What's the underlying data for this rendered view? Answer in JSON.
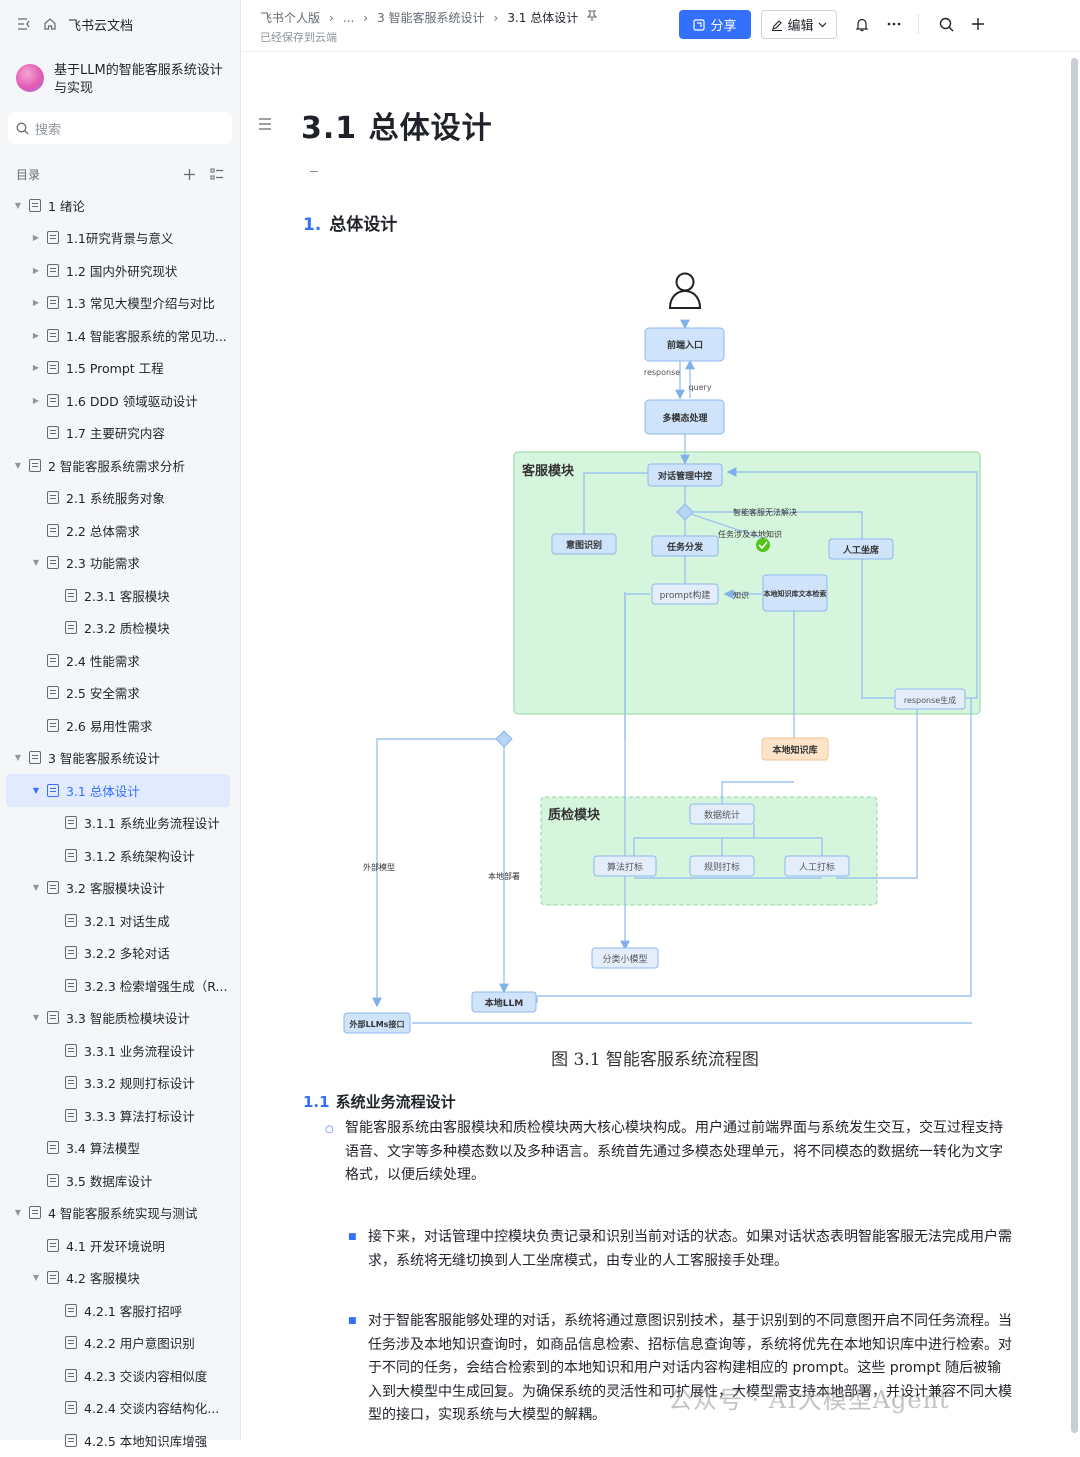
{
  "app": {
    "name": "飞书云文档"
  },
  "sidebar": {
    "doc_title": "基于LLM的智能客服系统设计与实现",
    "search_placeholder": "搜索",
    "toc_label": "目录",
    "items": [
      {
        "label": "1 绪论",
        "level": 0,
        "arrow": "down"
      },
      {
        "label": "1.1研究背景与意义",
        "level": 1,
        "arrow": "right"
      },
      {
        "label": "1.2 国内外研究现状",
        "level": 1,
        "arrow": "right"
      },
      {
        "label": "1.3 常见大模型介绍与对比",
        "level": 1,
        "arrow": "right"
      },
      {
        "label": "1.4 智能客服系统的常见功...",
        "level": 1,
        "arrow": "right"
      },
      {
        "label": "1.5 Prompt 工程",
        "level": 1,
        "arrow": "right"
      },
      {
        "label": "1.6 DDD 领域驱动设计",
        "level": 1,
        "arrow": "right"
      },
      {
        "label": "1.7 主要研究内容",
        "level": 1,
        "arrow": ""
      },
      {
        "label": "2 智能客服系统需求分析",
        "level": 0,
        "arrow": "down"
      },
      {
        "label": "2.1 系统服务对象",
        "level": 1,
        "arrow": ""
      },
      {
        "label": "2.2 总体需求",
        "level": 1,
        "arrow": ""
      },
      {
        "label": "2.3 功能需求",
        "level": 1,
        "arrow": "down"
      },
      {
        "label": "2.3.1 客服模块",
        "level": 2,
        "arrow": ""
      },
      {
        "label": "2.3.2 质检模块",
        "level": 2,
        "arrow": ""
      },
      {
        "label": "2.4 性能需求",
        "level": 1,
        "arrow": ""
      },
      {
        "label": "2.5 安全需求",
        "level": 1,
        "arrow": ""
      },
      {
        "label": "2.6 易用性需求",
        "level": 1,
        "arrow": ""
      },
      {
        "label": "3 智能客服系统设计",
        "level": 0,
        "arrow": "down"
      },
      {
        "label": "3.1 总体设计",
        "level": 1,
        "arrow": "down",
        "active": true
      },
      {
        "label": "3.1.1 系统业务流程设计",
        "level": 2,
        "arrow": ""
      },
      {
        "label": "3.1.2 系统架构设计",
        "level": 2,
        "arrow": ""
      },
      {
        "label": "3.2 客服模块设计",
        "level": 1,
        "arrow": "down"
      },
      {
        "label": "3.2.1 对话生成",
        "level": 2,
        "arrow": ""
      },
      {
        "label": "3.2.2 多轮对话",
        "level": 2,
        "arrow": ""
      },
      {
        "label": "3.2.3 检索增强生成（R...",
        "level": 2,
        "arrow": ""
      },
      {
        "label": "3.3 智能质检模块设计",
        "level": 1,
        "arrow": "down"
      },
      {
        "label": "3.3.1 业务流程设计",
        "level": 2,
        "arrow": ""
      },
      {
        "label": "3.3.2 规则打标设计",
        "level": 2,
        "arrow": ""
      },
      {
        "label": "3.3.3 算法打标设计",
        "level": 2,
        "arrow": ""
      },
      {
        "label": "3.4 算法模型",
        "level": 1,
        "arrow": ""
      },
      {
        "label": "3.5 数据库设计",
        "level": 1,
        "arrow": ""
      },
      {
        "label": "4 智能客服系统实现与测试",
        "level": 0,
        "arrow": "down"
      },
      {
        "label": "4.1 开发环境说明",
        "level": 1,
        "arrow": ""
      },
      {
        "label": "4.2 客服模块",
        "level": 1,
        "arrow": "down"
      },
      {
        "label": "4.2.1 客服打招呼",
        "level": 2,
        "arrow": ""
      },
      {
        "label": "4.2.2 用户意图识别",
        "level": 2,
        "arrow": ""
      },
      {
        "label": "4.2.3 交谈内容相似度",
        "level": 2,
        "arrow": ""
      },
      {
        "label": "4.2.4 交谈内容结构化...",
        "level": 2,
        "arrow": ""
      },
      {
        "label": "4.2.5 本地知识库增强",
        "level": 2,
        "arrow": ""
      }
    ]
  },
  "topbar": {
    "breadcrumbs": [
      "飞书个人版",
      "...",
      "3 智能客服系统设计",
      "3.1 总体设计"
    ],
    "saved_status": "已经保存到云端",
    "share_label": "分享",
    "edit_label": "编辑"
  },
  "content": {
    "title": "3.1 总体设计",
    "h2_num": "1.",
    "h2_text": "总体设计",
    "figure_caption": "图 3.1  智能客服系统流程图",
    "h3_num": "1.1",
    "h3_text": "系统业务流程设计",
    "paragraphs": [
      "智能客服系统由客服模块和质检模块两大核心模块构成。用户通过前端界面与系统发生交互，交互过程支持语音、文字等多种模态数以及多种语言。系统首先通过多模态处理单元，将不同模态的数据统一转化为文字格式，以便后续处理。",
      "接下来，对话管理中控模块负责记录和识别当前对话的状态。如果对话状态表明智能客服无法完成用户需求，系统将无缝切换到人工坐席模式，由专业的人工客服接手处理。",
      "对于智能客服能够处理的对话，系统将通过意图识别技术，基于识别到的不同意图开启不同任务流程。当任务涉及本地知识查询时，如商品信息检索、招标信息查询等，系统将优先在本地知识库中进行检索。对于不同的任务，会结合检索到的本地知识和用户对话内容构建相应的 prompt。这些 prompt 随后被输入到大模型中生成回复。为确保系统的灵活性和可扩展性，大模型需支持本地部署，并设计兼容不同大模型的接口，实现系统与大模型的解耦。"
    ]
  },
  "diagram": {
    "nodes": {
      "frontend": "前端入口",
      "multimodal": "多模态处理",
      "dialog_ctrl": "对话管理中控",
      "intent": "意图识别",
      "task": "任务分发",
      "human": "人工坐席",
      "prompt": "prompt构建",
      "local_search": "本地知识库文本检索",
      "response_gen": "response生成",
      "local_kb": "本地知识库",
      "data_stats": "数据统计",
      "algo_tag": "算法打标",
      "rule_tag": "规则打标",
      "manual_tag": "人工打标",
      "classifier": "分类小模型",
      "local_llm": "本地LLM",
      "external_llm": "外部LLMs接口"
    },
    "edge_labels": {
      "response": "response",
      "query": "query",
      "cannot_solve": "智能客服无法解决",
      "task_local": "任务涉及本地知识",
      "knowledge": "知识",
      "external_model": "外部模型",
      "local_deploy": "本地部署"
    },
    "groups": {
      "cs_module": "客服模块",
      "qc_module": "质检模块"
    },
    "colors": {
      "cs_bg": "#d6f5dd",
      "cs_border": "#8fd69f",
      "node_fill": "#cfe3fb",
      "node_stroke": "#8db8ee",
      "edge": "#9cc4ef",
      "kb_fill": "#fde3c8"
    }
  },
  "watermark": "公众号 · AI大模型Agent",
  "colors": {
    "accent": "#3370ff",
    "active_bg": "#e1eaff"
  }
}
